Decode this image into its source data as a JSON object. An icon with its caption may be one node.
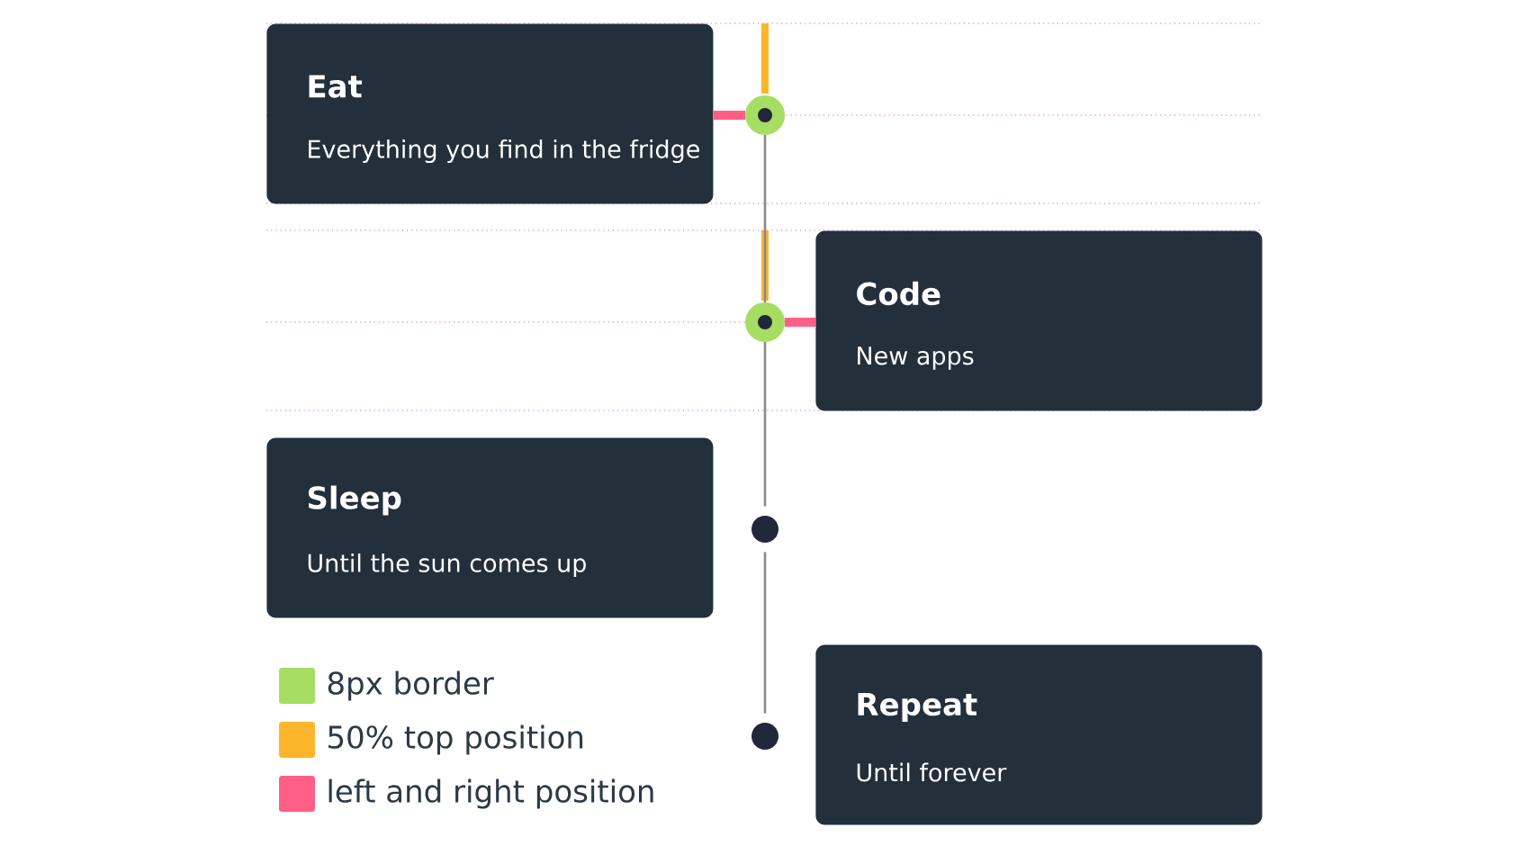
{
  "diagram": {
    "nodes": [
      {
        "text": [
          "Eat",
          "Everything you find in the fridge"
        ]
      },
      {
        "text": [
          "Code",
          "New apps"
        ]
      },
      {
        "text": [
          "Sleep",
          "Until the sun comes up"
        ]
      },
      {
        "text": [
          "Repeat",
          "Until forever"
        ]
      },
      {
        "text": [],
        "shape": "circle"
      },
      {
        "text": [],
        "shape": "circle"
      },
      {
        "text": [],
        "shape": "circle"
      },
      {
        "text": [],
        "shape": "circle"
      }
    ],
    "edges": [
      {
        "from": 0,
        "to": 4,
        "arrow": "none",
        "style": "thick",
        "color": "#ff5f86"
      },
      {
        "from": 1,
        "to": 5,
        "arrow": "none",
        "style": "thick",
        "color": "#ff5f86"
      },
      {
        "from": 4,
        "to": 5,
        "arrow": "none"
      },
      {
        "from": 5,
        "to": 6,
        "arrow": "none"
      },
      {
        "from": 6,
        "to": 7,
        "arrow": "none"
      }
    ],
    "legend": [
      {
        "text": "8px border",
        "color": "#a6de64"
      },
      {
        "text": "50% top position",
        "color": "#fdb62c"
      },
      {
        "text": "left and right position",
        "color": "#ff5f86"
      }
    ]
  }
}
